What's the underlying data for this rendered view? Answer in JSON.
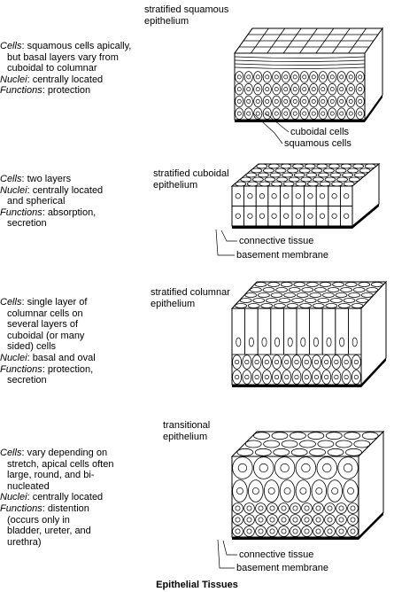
{
  "caption": "Epithelial Tissues",
  "sections": [
    {
      "title": [
        "stratified squamous",
        "epithelium"
      ],
      "lines": [
        {
          "italic": "Cells",
          "text": ": squamous cells apically,"
        },
        {
          "indent": true,
          "text": "but basal layers vary from"
        },
        {
          "indent": true,
          "text": "cuboidal to columnar"
        },
        {
          "italic": "Nuclei",
          "text": ": centrally located"
        },
        {
          "italic": "Functions",
          "text": ": protection"
        }
      ],
      "labels": [
        "cuboidal cells",
        "squamous cells"
      ]
    },
    {
      "title": [
        "stratified cuboidal",
        "epithelium"
      ],
      "lines": [
        {
          "italic": "Cells",
          "text": ": two layers"
        },
        {
          "italic": "Nuclei",
          "text": ": centrally located"
        },
        {
          "indent": true,
          "text": "and spherical"
        },
        {
          "italic": "Functions",
          "text": ": absorption,"
        },
        {
          "indent": true,
          "text": "secretion"
        }
      ],
      "labels": [
        "connective tissue",
        "basement membrane"
      ]
    },
    {
      "title": [
        "stratified columnar",
        "epithelium"
      ],
      "lines": [
        {
          "italic": "Cells",
          "text": ": single layer of"
        },
        {
          "indent": true,
          "text": "columnar cells on"
        },
        {
          "indent": true,
          "text": "several layers of"
        },
        {
          "indent": true,
          "text": "cuboidal (or many"
        },
        {
          "indent": true,
          "text": "sided) cells"
        },
        {
          "italic": "Nuclei",
          "text": ": basal and oval"
        },
        {
          "italic": "Functions",
          "text": ": protection,"
        },
        {
          "indent": true,
          "text": "secretion"
        }
      ],
      "labels": []
    },
    {
      "title": [
        "transitional",
        "epithelium"
      ],
      "lines": [
        {
          "italic": "Cells",
          "text": ": vary depending on"
        },
        {
          "indent": true,
          "text": "stretch, apical cells often"
        },
        {
          "indent": true,
          "text": "large, round, and bi-"
        },
        {
          "indent": true,
          "text": "nucleated"
        },
        {
          "italic": "Nuclei",
          "text": ": centrally located"
        },
        {
          "italic": "Functions",
          "text": ": distention"
        },
        {
          "indent": true,
          "text": "(occurs only in"
        },
        {
          "indent": true,
          "text": "bladder, ureter, and"
        },
        {
          "indent": true,
          "text": "urethra)"
        }
      ],
      "labels": [
        "connective tissue",
        "basement membrane"
      ]
    }
  ]
}
